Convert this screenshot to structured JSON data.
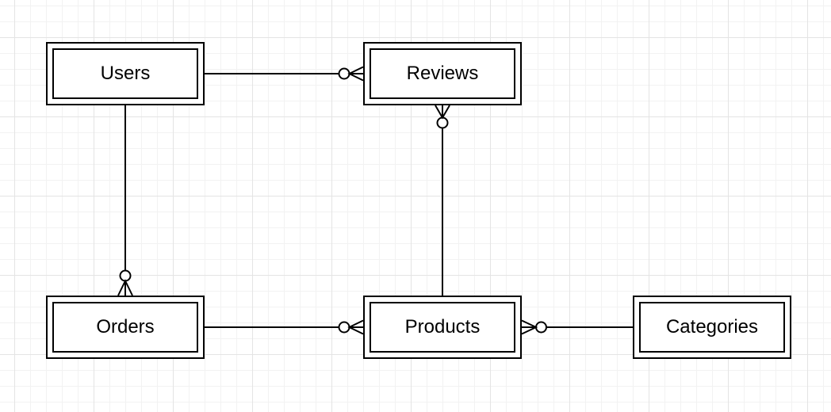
{
  "diagram": {
    "type": "entity-relationship",
    "notation": "crows-foot",
    "entities": [
      {
        "id": "users",
        "label": "Users"
      },
      {
        "id": "reviews",
        "label": "Reviews"
      },
      {
        "id": "orders",
        "label": "Orders"
      },
      {
        "id": "products",
        "label": "Products"
      },
      {
        "id": "categories",
        "label": "Categories"
      }
    ],
    "relationships": [
      {
        "from": "users",
        "to": "reviews",
        "from_end": "plain",
        "to_end": "zero-or-many",
        "to_marker": "circle-crows-foot"
      },
      {
        "from": "users",
        "to": "orders",
        "from_end": "plain",
        "to_end": "zero-or-many",
        "to_marker": "circle-crows-foot"
      },
      {
        "from": "products",
        "to": "reviews",
        "from_end": "plain",
        "to_end": "zero-or-many",
        "to_marker": "circle-crows-foot"
      },
      {
        "from": "orders",
        "to": "products",
        "from_end": "plain",
        "to_end": "zero-or-many",
        "to_marker": "circle-crows-foot"
      },
      {
        "from": "categories",
        "to": "products",
        "from_end": "plain",
        "to_end": "zero-or-many",
        "to_marker": "circle-crows-foot"
      }
    ],
    "colors": {
      "stroke": "#000000",
      "entity_fill": "#ffffff",
      "background": "#ffffff",
      "grid_minor": "#f2f2f2",
      "grid_major": "#e4e4e4"
    }
  }
}
